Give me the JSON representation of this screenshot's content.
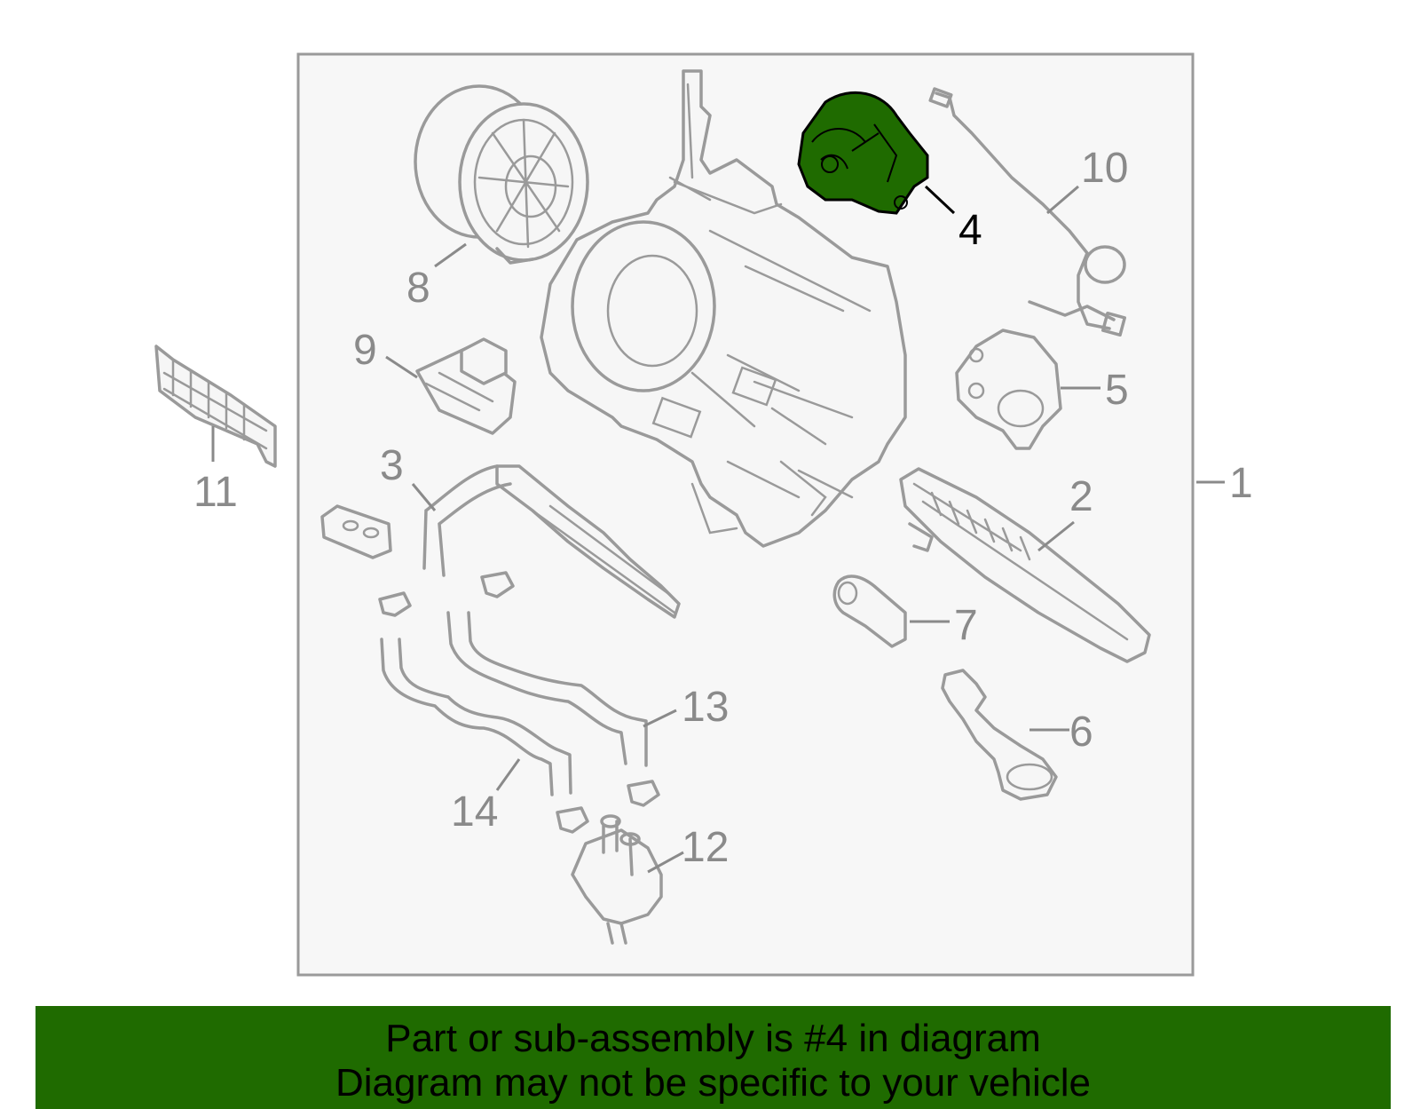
{
  "callouts": {
    "c1": "1",
    "c2": "2",
    "c3": "3",
    "c4": "4",
    "c5": "5",
    "c6": "6",
    "c7": "7",
    "c8": "8",
    "c9": "9",
    "c10": "10",
    "c11": "11",
    "c12": "12",
    "c13": "13",
    "c14": "14"
  },
  "highlight": {
    "part": "4",
    "color": "#1f6b00"
  },
  "banner": {
    "line1": "Part or sub-assembly is #4 in diagram",
    "line2": "Diagram may not be specific to your vehicle"
  }
}
